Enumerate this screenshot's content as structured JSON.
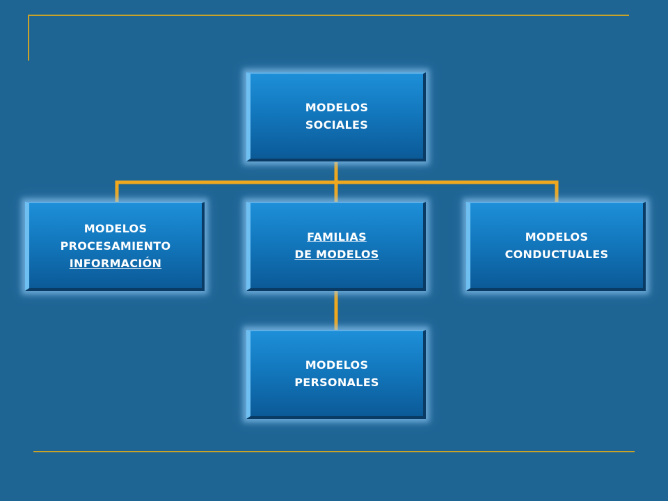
{
  "diagram": {
    "boxes": {
      "top": {
        "lines": [
          "MODELOS",
          "SOCIALES"
        ]
      },
      "left": {
        "lines": [
          "MODELOS",
          "PROCESAMIENTO",
          "INFORMACIÓN"
        ]
      },
      "center": {
        "lines": [
          "FAMILIAS",
          "DE MODELOS"
        ]
      },
      "right": {
        "lines": [
          "MODELOS",
          "CONDUCTUALES"
        ]
      },
      "bottom": {
        "lines": [
          "MODELOS",
          "PERSONALES"
        ]
      }
    }
  },
  "colors": {
    "background": "#1f6594",
    "rule": "#c9a227",
    "connector": "#f0a81e",
    "box_fill": "#1378be",
    "text": "#ffffff"
  }
}
